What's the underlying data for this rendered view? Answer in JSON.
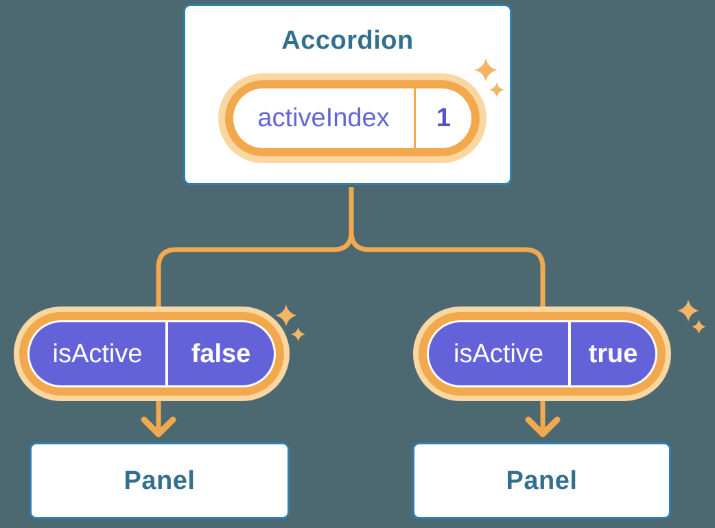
{
  "colors": {
    "background": "#4C6971",
    "box_border_blue": "#2F7EB1",
    "heading_text_blue": "#33708F",
    "accent_orange": "#F2A94D",
    "accent_orange_pale": "#FAD7A0",
    "sparkle_orange": "#F5B566",
    "pill_purple": "#6462D9",
    "state_label_indigo": "#6365D9",
    "state_value_indigo": "#5153C9"
  },
  "accordion": {
    "title": "Accordion",
    "state_pill": {
      "label": "activeIndex",
      "value": "1"
    }
  },
  "children": [
    {
      "prop_pill": {
        "label": "isActive",
        "value": "false"
      },
      "panel": {
        "title": "Panel"
      }
    },
    {
      "prop_pill": {
        "label": "isActive",
        "value": "true"
      },
      "panel": {
        "title": "Panel"
      }
    }
  ]
}
